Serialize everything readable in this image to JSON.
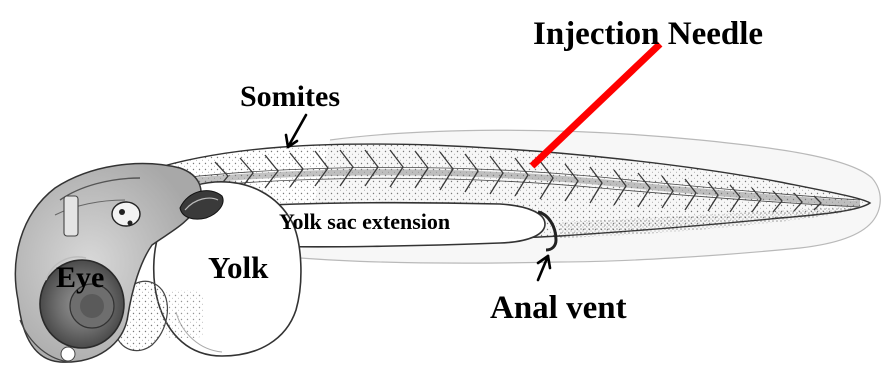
{
  "labels": {
    "injection_needle": "Injection Needle",
    "somites": "Somites",
    "yolk_sac_extension": "Yolk sac extension",
    "yolk": "Yolk",
    "eye": "Eye",
    "anal_vent": "Anal vent"
  },
  "colors": {
    "needle": "#ff0000",
    "outline": "#2a2a2a",
    "shading": "#8c8c8c",
    "light_shading": "#cfcfcf",
    "background": "#ffffff"
  }
}
